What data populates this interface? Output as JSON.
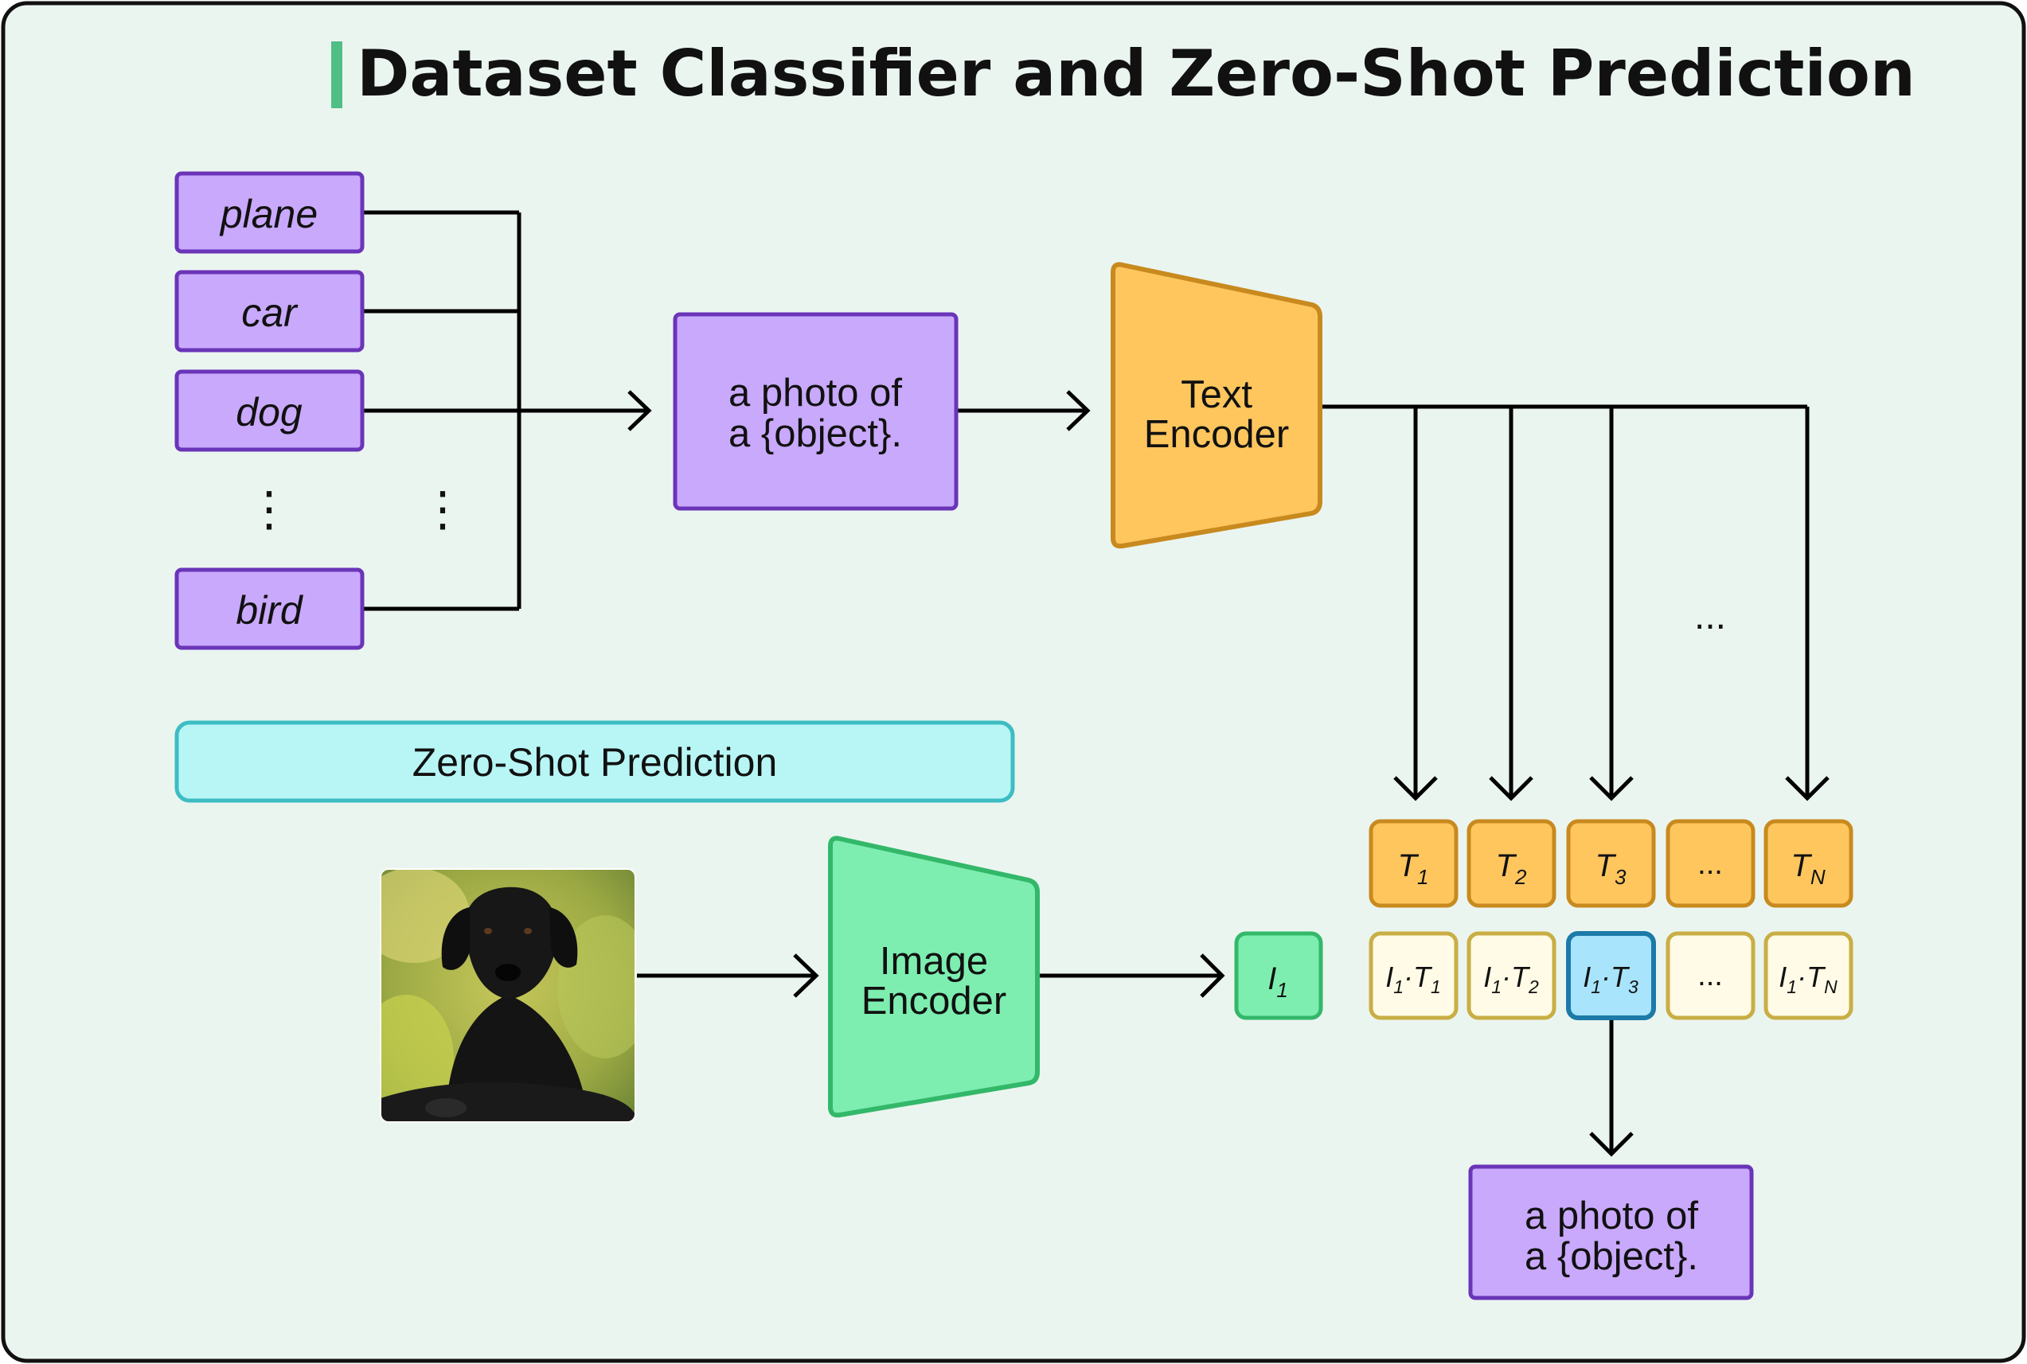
{
  "title": "Dataset Classifier and Zero-Shot Prediction",
  "classes": [
    "plane",
    "car",
    "dog",
    "bird"
  ],
  "class_ellipsis": "⋮",
  "prompt_template": {
    "line1": "a photo of",
    "line2": "a {object}."
  },
  "text_encoder": {
    "line1": "Text",
    "line2": "Encoder"
  },
  "text_ellipsis": "...",
  "section_label": "Zero-Shot Prediction",
  "image_encoder": {
    "line1": "Image",
    "line2": "Encoder"
  },
  "image_embedding": {
    "base": "I",
    "sub": "1"
  },
  "text_embeddings": [
    {
      "base": "T",
      "sub": "1"
    },
    {
      "base": "T",
      "sub": "2"
    },
    {
      "base": "T",
      "sub": "3"
    },
    {
      "ellipsis": "..."
    },
    {
      "base": "T",
      "sub": "N"
    }
  ],
  "similarities": [
    {
      "a": "I",
      "asub": "1",
      "b": "T",
      "bsub": "1"
    },
    {
      "a": "I",
      "asub": "1",
      "b": "T",
      "bsub": "2"
    },
    {
      "a": "I",
      "asub": "1",
      "b": "T",
      "bsub": "3",
      "selected": true
    },
    {
      "ellipsis": "..."
    },
    {
      "a": "I",
      "asub": "1",
      "b": "T",
      "bsub": "N"
    }
  ],
  "dot_symbol": "·",
  "prediction": {
    "line1": "a photo of",
    "line2": "a {object}."
  },
  "colors": {
    "background": "#ebf5f0",
    "frame": "#111111",
    "title_accent": "#4fbf85",
    "purple_fill": "#c9a9fb",
    "purple_stroke": "#6a35b8",
    "orange_fill": "#ffc65e",
    "orange_stroke": "#c88a1e",
    "green_fill": "#7deeb0",
    "green_stroke": "#33b86a",
    "cream_fill": "#fffbe6",
    "cream_stroke": "#c9ae45",
    "cyan_fill": "#b8f6f6",
    "cyan_stroke": "#3dbdc3",
    "selected_fill": "#a8e4fb",
    "selected_stroke": "#1b7aa8"
  }
}
